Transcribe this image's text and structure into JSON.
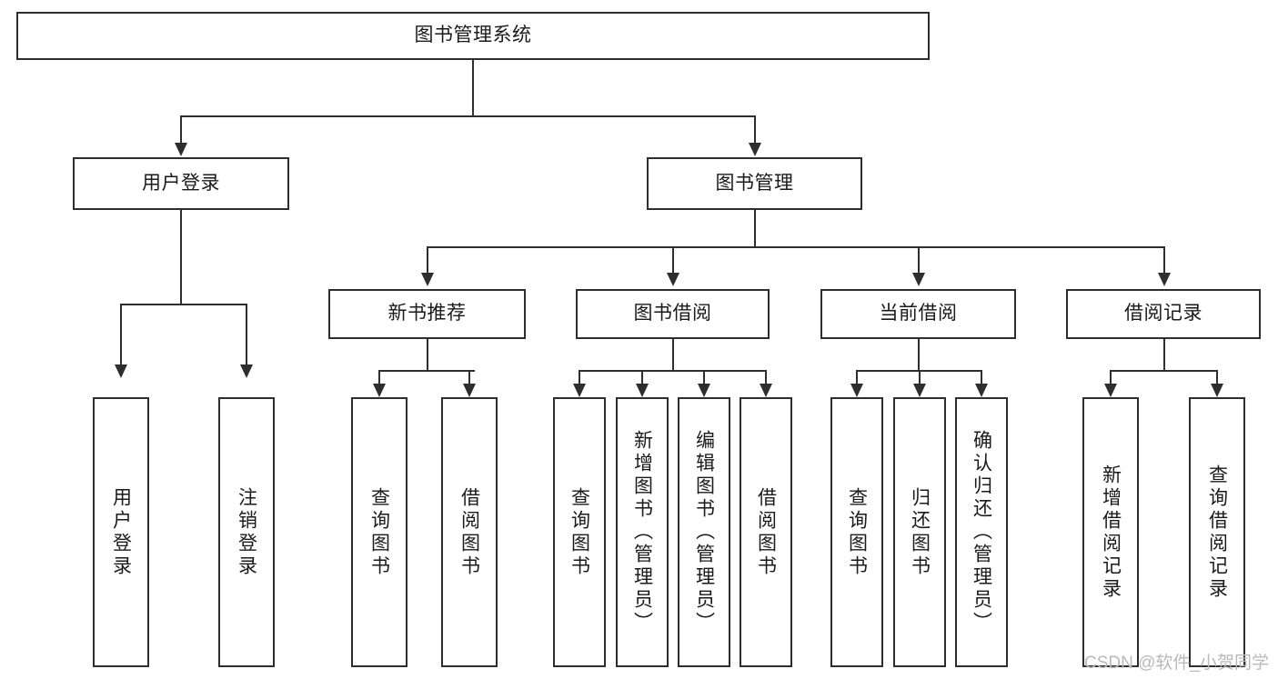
{
  "diagram": {
    "type": "tree-hierarchy",
    "title": "图书管理系统",
    "root": {
      "id": "root",
      "label": "图书管理系统"
    },
    "level2": [
      {
        "id": "user-login",
        "label": "用户登录"
      },
      {
        "id": "book-manage",
        "label": "图书管理"
      }
    ],
    "level3": [
      {
        "id": "new-book-rec",
        "label": "新书推荐",
        "parent": "book-manage"
      },
      {
        "id": "book-borrow",
        "label": "图书借阅",
        "parent": "book-manage"
      },
      {
        "id": "current-borrow",
        "label": "当前借阅",
        "parent": "book-manage"
      },
      {
        "id": "borrow-record",
        "label": "借阅记录",
        "parent": "book-manage"
      }
    ],
    "leaves": [
      {
        "id": "leaf-user-login",
        "label": "用户登录",
        "parent": "user-login"
      },
      {
        "id": "leaf-user-logout",
        "label": "注销登录",
        "parent": "user-login"
      },
      {
        "id": "leaf-query-book-1",
        "label": "查询图书",
        "parent": "new-book-rec"
      },
      {
        "id": "leaf-borrow-book-1",
        "label": "借阅图书",
        "parent": "new-book-rec"
      },
      {
        "id": "leaf-query-book-2",
        "label": "查询图书",
        "parent": "book-borrow"
      },
      {
        "id": "leaf-add-book",
        "label": "新增图书（管理员）",
        "parent": "book-borrow"
      },
      {
        "id": "leaf-edit-book",
        "label": "编辑图书（管理员）",
        "parent": "book-borrow"
      },
      {
        "id": "leaf-borrow-book-2",
        "label": "借阅图书",
        "parent": "book-borrow"
      },
      {
        "id": "leaf-query-book-3",
        "label": "查询图书",
        "parent": "current-borrow"
      },
      {
        "id": "leaf-return-book",
        "label": "归还图书",
        "parent": "current-borrow"
      },
      {
        "id": "leaf-confirm-return",
        "label": "确认归还（管理员）",
        "parent": "current-borrow"
      },
      {
        "id": "leaf-add-record",
        "label": "新增借阅记录",
        "parent": "borrow-record"
      },
      {
        "id": "leaf-query-record",
        "label": "查询借阅记录",
        "parent": "borrow-record"
      }
    ],
    "colors": {
      "stroke": "#2e2e2e",
      "fill": "#ffffff",
      "text": "#1a1a1a",
      "watermark": "#b9b9b9"
    }
  },
  "watermark": {
    "text": "CSDN @软件_小贺同学"
  }
}
